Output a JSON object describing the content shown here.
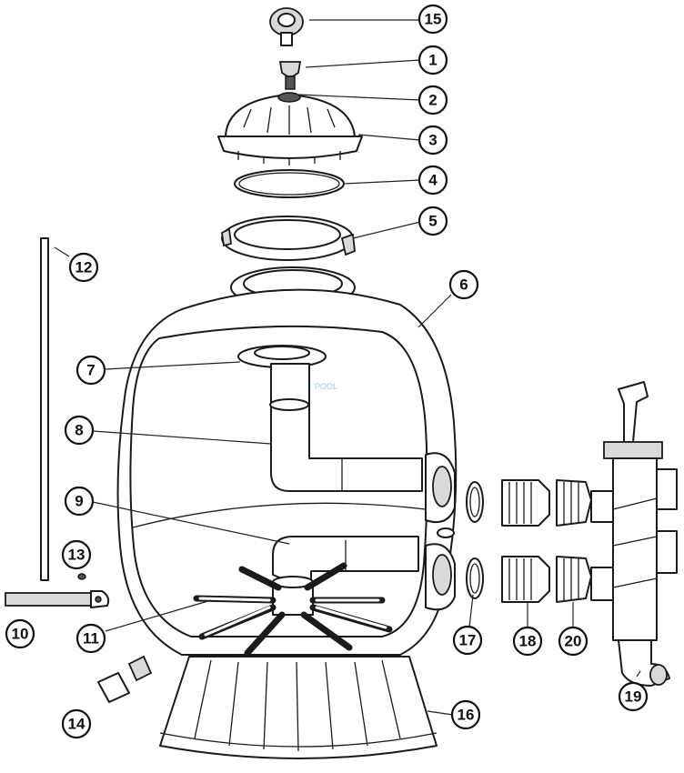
{
  "watermark": "POOL",
  "callouts": [
    {
      "id": "15",
      "label": "15"
    },
    {
      "id": "1",
      "label": "1"
    },
    {
      "id": "2",
      "label": "2"
    },
    {
      "id": "3",
      "label": "3"
    },
    {
      "id": "4",
      "label": "4"
    },
    {
      "id": "5",
      "label": "5"
    },
    {
      "id": "6",
      "label": "6"
    },
    {
      "id": "7",
      "label": "7"
    },
    {
      "id": "8",
      "label": "8"
    },
    {
      "id": "9",
      "label": "9"
    },
    {
      "id": "10",
      "label": "10"
    },
    {
      "id": "11",
      "label": "11"
    },
    {
      "id": "12",
      "label": "12"
    },
    {
      "id": "13",
      "label": "13"
    },
    {
      "id": "14",
      "label": "14"
    },
    {
      "id": "16",
      "label": "16"
    },
    {
      "id": "17",
      "label": "17"
    },
    {
      "id": "18",
      "label": "18"
    },
    {
      "id": "19",
      "label": "19"
    },
    {
      "id": "20",
      "label": "20"
    }
  ],
  "colors": {
    "line": "#1a1a1a",
    "fill": "#ffffff",
    "watermark": "#9ec7e6"
  }
}
